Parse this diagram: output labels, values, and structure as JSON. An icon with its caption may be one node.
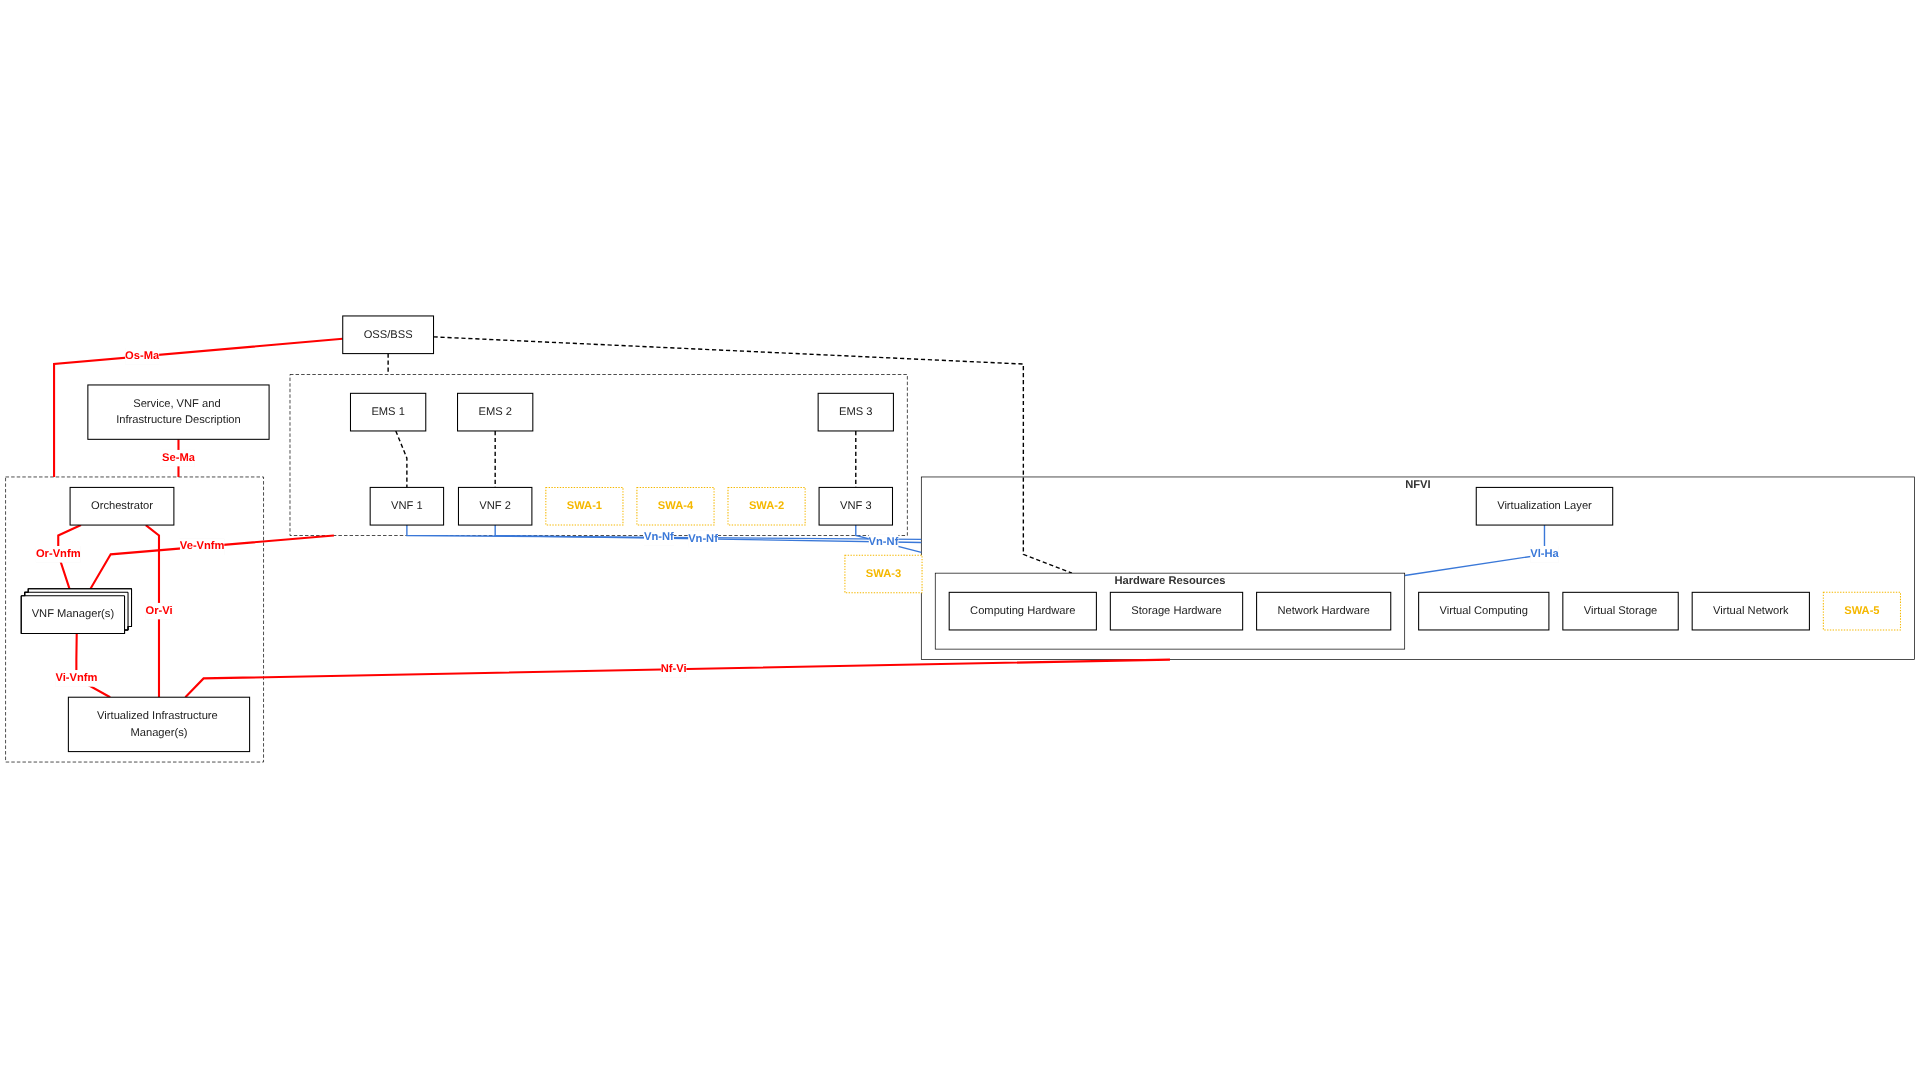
{
  "diagram": {
    "nodes": [
      {
        "text": [
          "OSS/BSS"
        ]
      },
      {
        "text": [
          "Service, VNF and Infrastructure Description"
        ]
      },
      {
        "text": [],
        "shape": "box"
      },
      {
        "text": [
          "EMS 1"
        ],
        "in": 2
      },
      {
        "text": [
          "EMS 2"
        ],
        "in": 2
      },
      {
        "text": [
          "EMS 3"
        ],
        "in": 2
      },
      {
        "text": [
          "VNF 1"
        ],
        "in": 2
      },
      {
        "text": [
          "VNF 2"
        ],
        "in": 2
      },
      {
        "text": [
          "VNF 3"
        ],
        "in": 2
      },
      {
        "text": [
          "SWA-1"
        ],
        "in": 2
      },
      {
        "text": [
          "SWA-4"
        ],
        "in": 2
      },
      {
        "text": [
          "SWA-2"
        ],
        "in": 2
      },
      {
        "text": [
          "SWA-3"
        ]
      },
      {
        "text": [
          "NFVI"
        ]
      },
      {
        "text": [
          "Virtual Computing"
        ],
        "in": 13
      },
      {
        "text": [
          "Virtual Storage"
        ],
        "in": 13
      },
      {
        "text": [
          "Virtual Network"
        ],
        "in": 13
      },
      {
        "text": [
          "Virtualization Layer"
        ],
        "in": 13
      },
      {
        "text": [
          "SWA-5"
        ],
        "in": 13
      },
      {
        "text": [
          "Hardware Resources"
        ],
        "in": 13
      },
      {
        "text": [
          "Computing Hardware"
        ],
        "in": 19
      },
      {
        "text": [
          "Storage Hardware"
        ],
        "in": 19
      },
      {
        "text": [
          "Network Hardware"
        ],
        "in": 19
      },
      {
        "text": [],
        "shape": "box"
      },
      {
        "text": [
          "Orchestrator"
        ],
        "in": 23
      },
      {
        "text": [
          "VNF Manager(s)"
        ],
        "in": 23
      },
      {
        "text": [
          "Virtualized Infrastructure Manager(s)"
        ],
        "in": 23
      }
    ],
    "edges": [
      {
        "from": 0,
        "to": 2,
        "arrow": "none",
        "style": "dashed",
        "color": "#000000"
      },
      {
        "from": 0,
        "to": 19,
        "arrow": "none",
        "style": "dashed",
        "color": "#000000"
      },
      {
        "from": 0,
        "to": 23,
        "arrow": "none",
        "label": "Os-Ma"
      },
      {
        "from": 1,
        "to": 23,
        "arrow": "none",
        "label": "Se-Ma"
      },
      {
        "from": 3,
        "to": 6,
        "arrow": "none",
        "style": "dashed",
        "color": "#000000"
      },
      {
        "from": 4,
        "to": 7,
        "arrow": "none",
        "style": "dashed",
        "color": "#000000"
      },
      {
        "from": 5,
        "to": 8,
        "arrow": "none",
        "style": "dashed",
        "color": "#000000"
      },
      {
        "from": 6,
        "to": 13,
        "arrow": "none",
        "label": "Vn-Nf",
        "color": "#3a78d8"
      },
      {
        "from": 7,
        "to": 13,
        "arrow": "none",
        "label": "Vn-Nf",
        "color": "#3a78d8"
      },
      {
        "from": 8,
        "to": 13,
        "arrow": "none",
        "label": "Vn-Nf",
        "color": "#3a78d8"
      },
      {
        "from": 17,
        "to": 19,
        "arrow": "none",
        "label": "Vl-Ha",
        "color": "#3a78d8"
      },
      {
        "from": 24,
        "to": 25,
        "arrow": "none",
        "label": "Or-Vnfm"
      },
      {
        "from": 2,
        "to": 25,
        "arrow": "none",
        "label": "Ve-Vnfm"
      },
      {
        "from": 25,
        "to": 26,
        "arrow": "none",
        "label": "Vi-Vnfm"
      },
      {
        "from": 13,
        "to": 26,
        "arrow": "none",
        "label": "Nf-Vi"
      },
      {
        "from": 24,
        "to": 26,
        "arrow": "none",
        "label": "Or-Vi"
      }
    ]
  }
}
